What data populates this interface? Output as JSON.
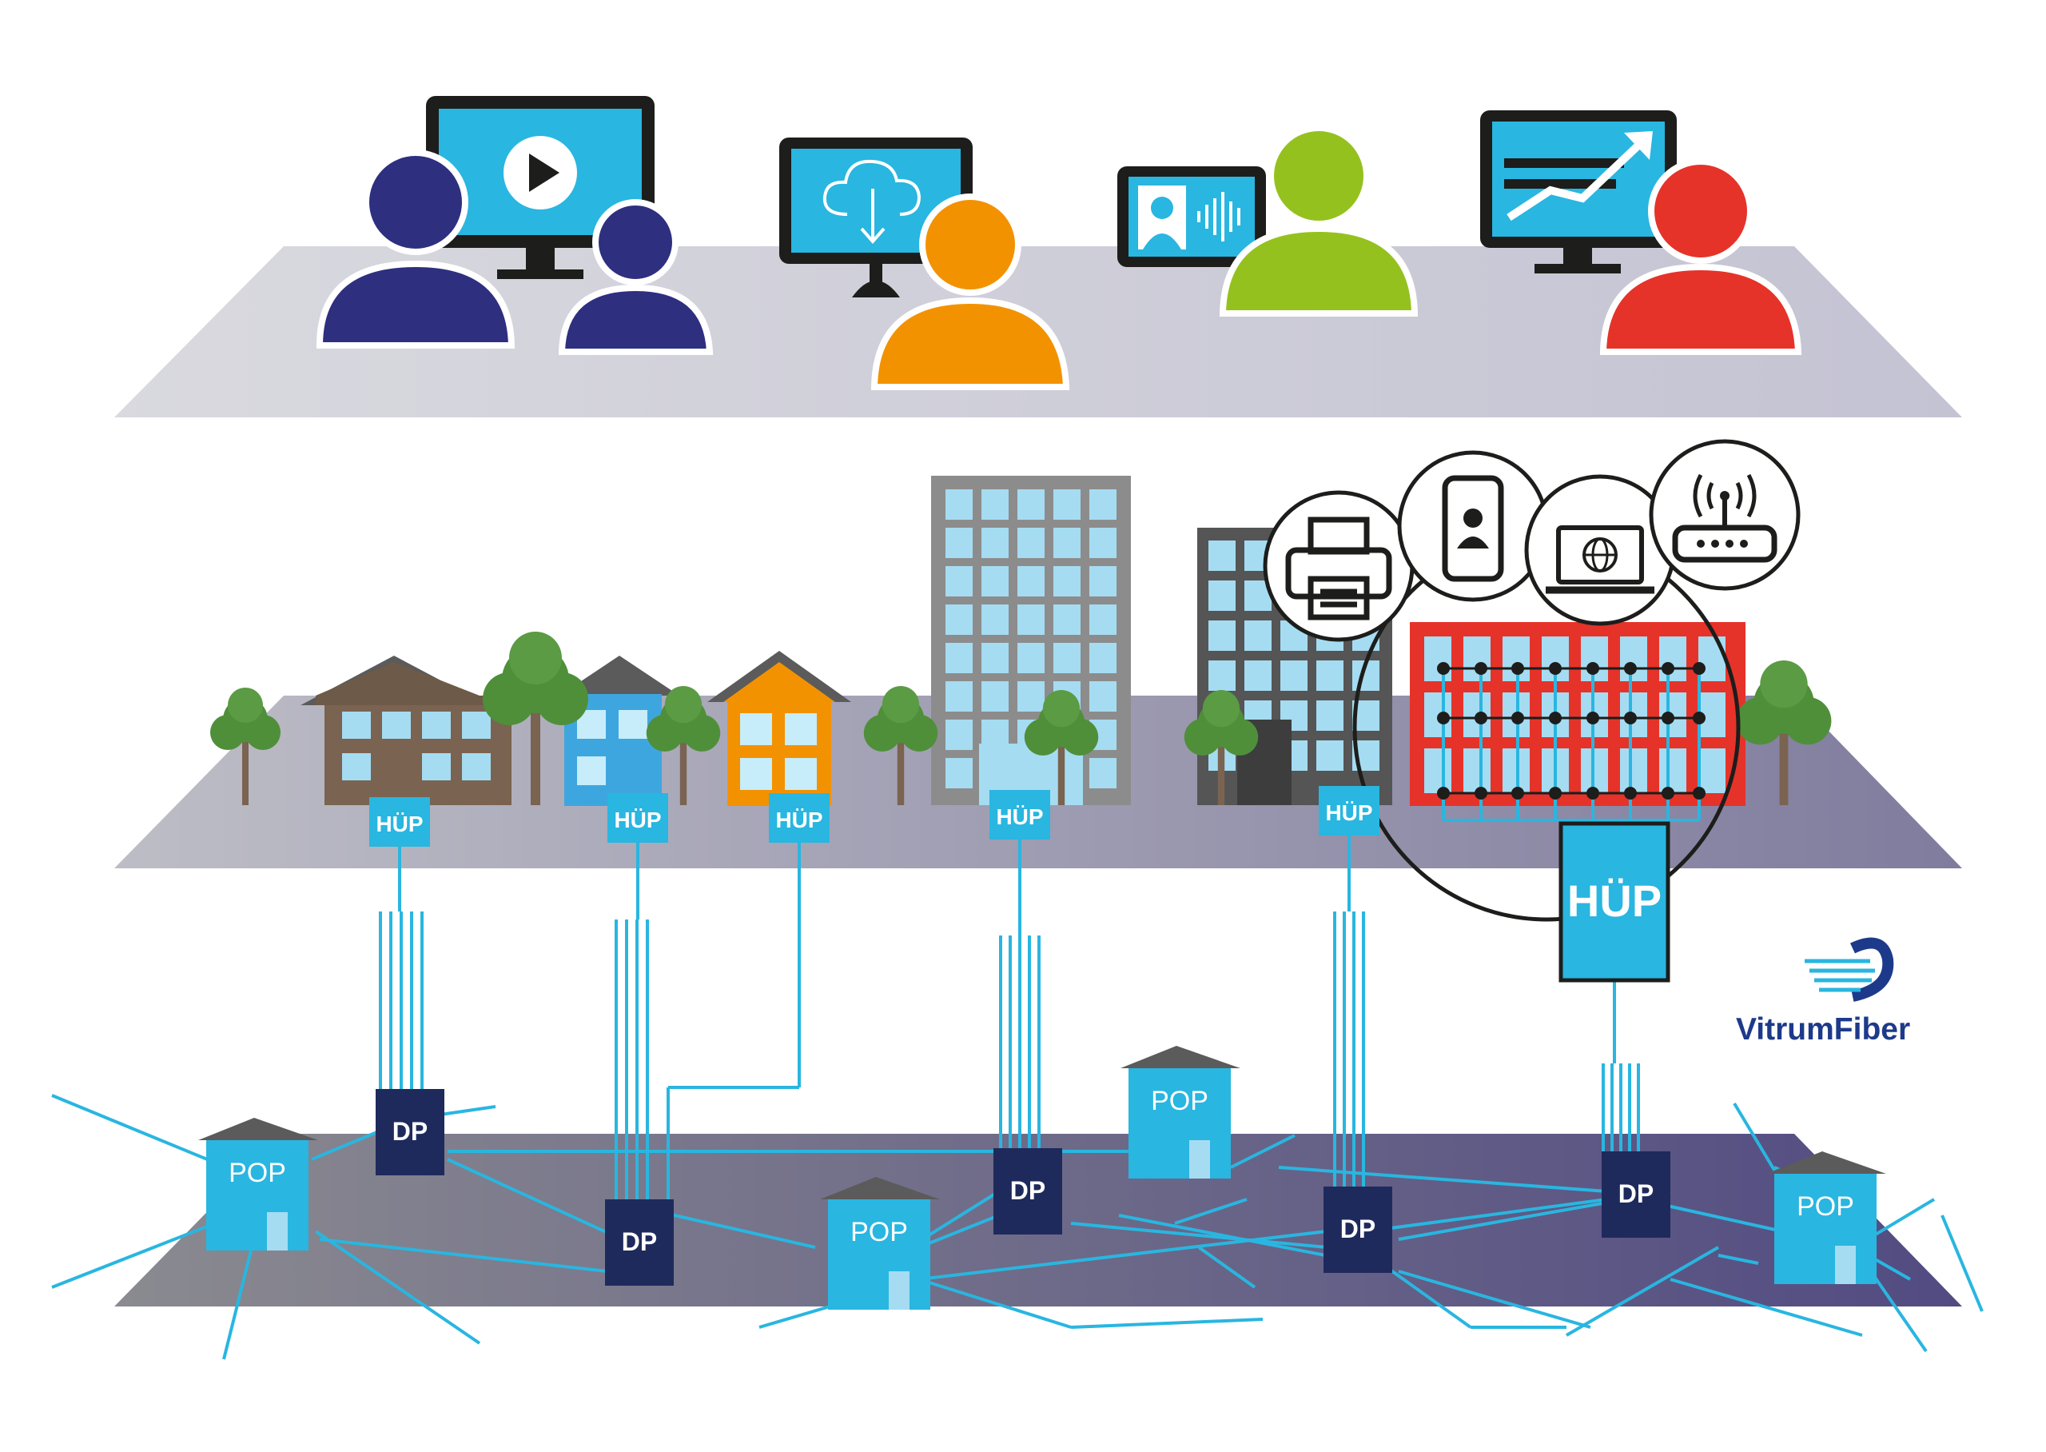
{
  "labels": {
    "hup": "HÜP",
    "dp": "DP",
    "pop": "POP"
  },
  "brand": {
    "name": "VitrumFiber"
  },
  "colors": {
    "fiber": "#29b6e0",
    "dp_box": "#1f2a5c",
    "pop_house": "#29b6e0",
    "hup_box": "#29b6e0",
    "layer_top": "#cfcfd8",
    "layer_mid": "#a9a7b6",
    "layer_bottom": "#5b5582",
    "user_navy": "#2e2f7f",
    "user_orange": "#f39200",
    "user_green": "#95c11f",
    "user_red": "#e5332a",
    "brand_navy": "#1d3a8a"
  },
  "scene": {
    "users": [
      "navy",
      "navy",
      "orange",
      "green",
      "red"
    ],
    "screens": [
      "play-icon",
      "cloud-download-icon",
      "video-call-icon",
      "chart-growth-icon"
    ],
    "devices": [
      "printer-icon",
      "smartphone-icon",
      "laptop-globe-icon",
      "wifi-router-icon"
    ],
    "houses": [
      "brown",
      "blue",
      "orange"
    ],
    "office_buildings": 3
  }
}
